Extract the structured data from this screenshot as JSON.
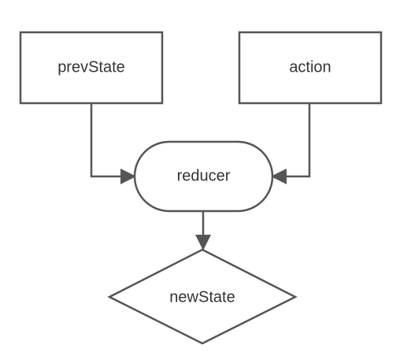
{
  "nodes": {
    "prev_state": {
      "label": "prevState",
      "shape": "rectangle"
    },
    "action": {
      "label": "action",
      "shape": "rectangle"
    },
    "reducer": {
      "label": "reducer",
      "shape": "rounded-terminal"
    },
    "new_state": {
      "label": "newState",
      "shape": "diamond"
    }
  },
  "edges": [
    {
      "from": "prevState",
      "to": "reducer"
    },
    {
      "from": "action",
      "to": "reducer"
    },
    {
      "from": "reducer",
      "to": "newState"
    }
  ],
  "colors": {
    "stroke": "#555555",
    "text": "#333333",
    "fill": "#ffffff",
    "background": "#ffffff"
  }
}
